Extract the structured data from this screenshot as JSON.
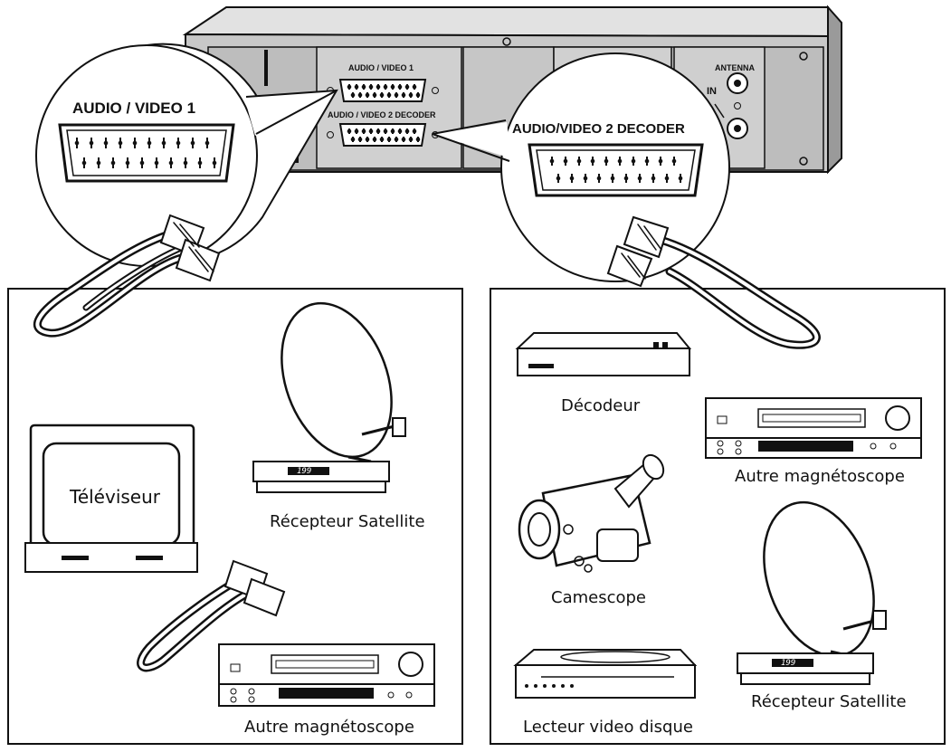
{
  "vcr_panel": {
    "scart1_small_label": "AUDIO / VIDEO 1",
    "scart2_small_label": "AUDIO / VIDEO 2  DECODER",
    "antenna_label": "ANTENNA",
    "antenna_in_label": "IN"
  },
  "zoom_left": {
    "label": "AUDIO / VIDEO 1"
  },
  "zoom_right": {
    "label": "AUDIO/VIDEO 2  DECODER"
  },
  "left_box": {
    "tv_screen_text": "Téléviseur",
    "satellite_caption": "Récepteur Satellite",
    "satellite_display": "199",
    "vcr_caption": "Autre magnétoscope"
  },
  "right_box": {
    "decoder_caption": "Décodeur",
    "vcr_caption": "Autre magnétoscope",
    "camcorder_caption": "Camescope",
    "disc_caption": "Lecteur video disque",
    "satellite_caption": "Récepteur Satellite",
    "satellite_display": "199"
  },
  "colors": {
    "ink": "#111111",
    "panel_grey": "#c8c8c8",
    "dark_grey": "#8a8a8a"
  }
}
